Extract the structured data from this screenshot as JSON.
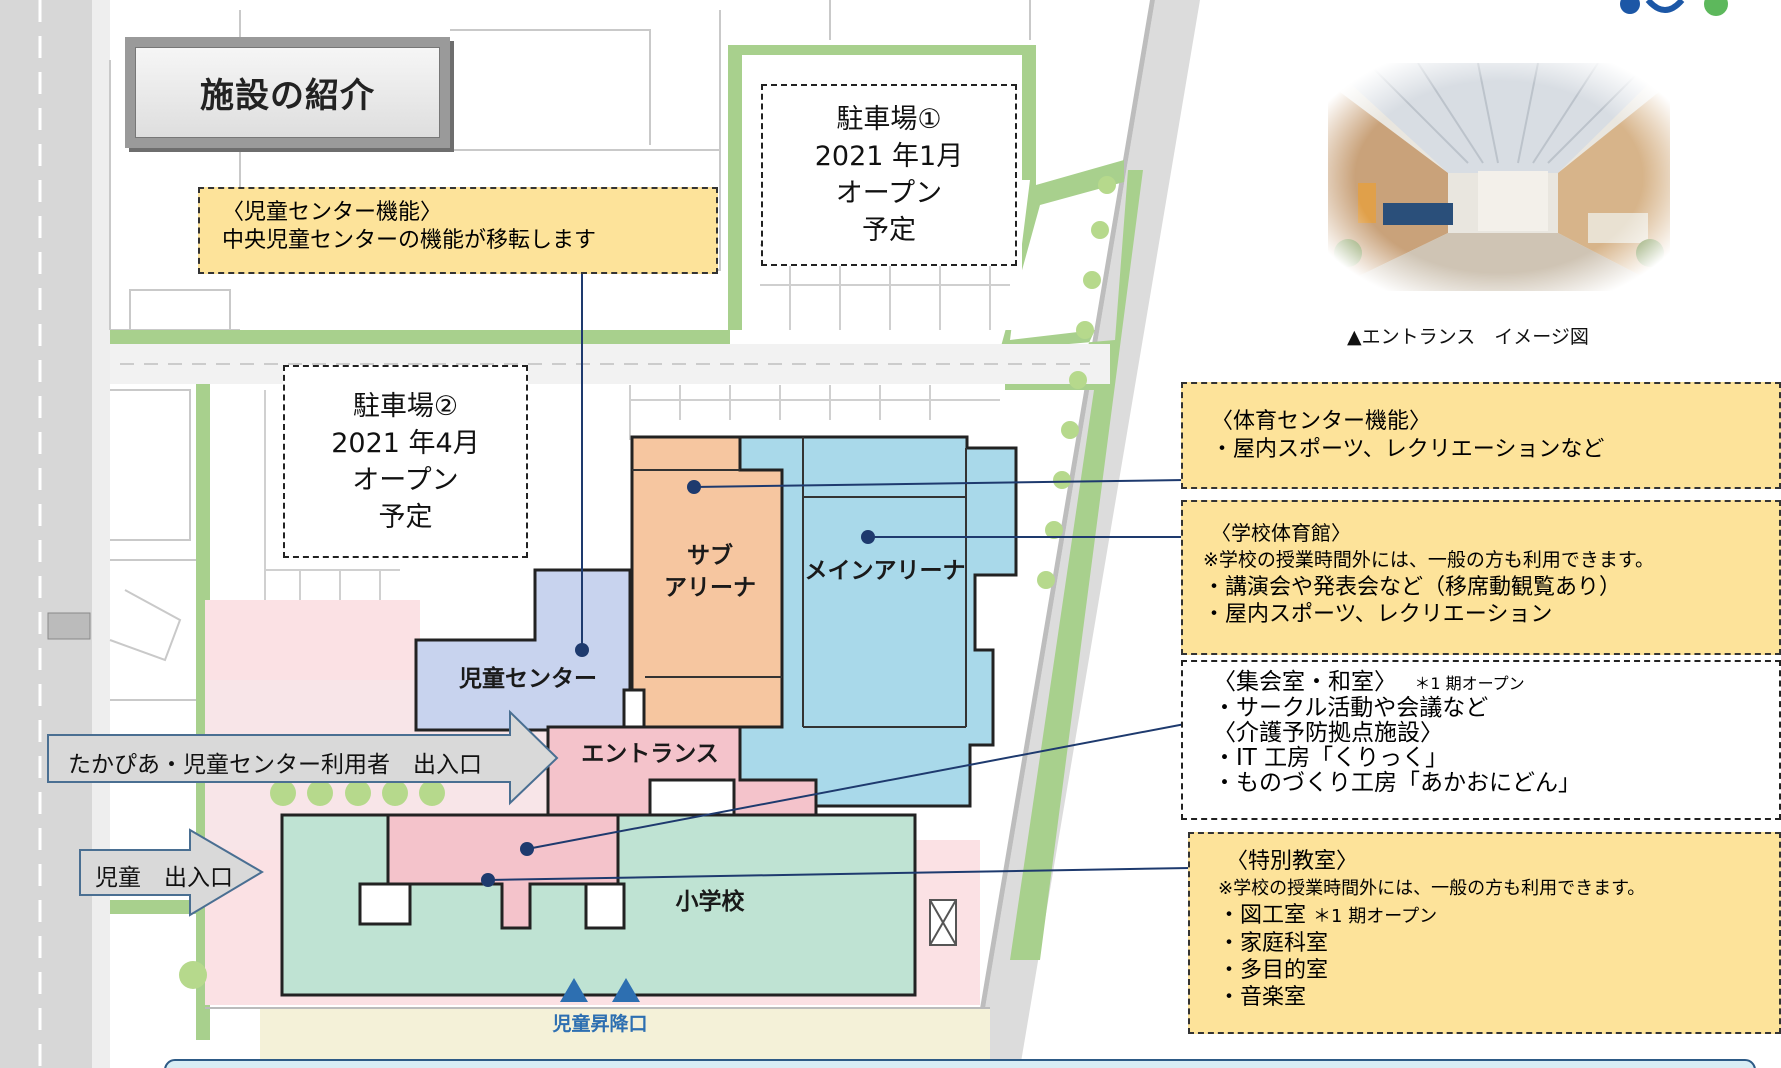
{
  "page_title": "施設の紹介",
  "parking": [
    {
      "name": "駐車場①",
      "date": "2021 年1月",
      "status1": "オープン",
      "status2": "予定"
    },
    {
      "name": "駐車場②",
      "date": "2021 年4月",
      "status1": "オープン",
      "status2": "予定"
    }
  ],
  "child_center_note": {
    "heading": "〈児童センター機能〉",
    "text": "中央児童センターの機能が移転します"
  },
  "buildings": {
    "sub_arena_1": "サブ",
    "sub_arena_2": "アリーナ",
    "main_arena": "メインアリーナ",
    "child_center": "児童センター",
    "entrance": "エントランス",
    "school": "小学校",
    "drop_off": "児童昇降口"
  },
  "entrances": {
    "takapia": "たかぴあ・児童センター利用者　出入口",
    "children": "児童　出入口"
  },
  "photo_caption": "▲エントランス　イメージ図",
  "panels": [
    {
      "lines": [
        "〈体育センター機能〉",
        "・屋内スポーツ、レクリエーションなど"
      ]
    },
    {
      "lines": [
        "〈学校体育館〉",
        "※学校の授業時間外には、一般の方も利用できます。",
        "・講演会や発表会など（移席動観覧あり）",
        "・屋内スポーツ、レクリエーション"
      ]
    },
    {
      "lines": [
        "〈集会室・和室〉",
        "＊1 期オープン",
        "・サークル活動や会議など",
        "〈介護予防拠点施設〉",
        "・IT 工房「くりっく」",
        "・ものづくり工房「あかおにどん」"
      ]
    },
    {
      "lines": [
        "〈特別教室〉",
        "※学校の授業時間外には、一般の方も利用できます。",
        "・図工室",
        "＊1 期オープン",
        "・家庭科室",
        "・多目的室",
        "・音楽室"
      ]
    }
  ],
  "colors": {
    "child_center": "#c8d3ee",
    "sub_arena": "#f6c6a0",
    "main_arena": "#a9d9ea",
    "entrance": "#f4c3cb",
    "school": "#bfe3d3",
    "info_panel": "#fde39a",
    "green": "#a8d08d"
  }
}
